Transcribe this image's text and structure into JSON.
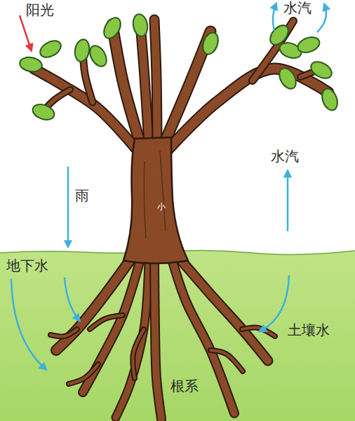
{
  "diagram": {
    "labels": [
      "阳光",
      "水汽",
      "雨",
      "水汽",
      "小",
      "地下水",
      "土壤水",
      "根系"
    ]
  }
}
